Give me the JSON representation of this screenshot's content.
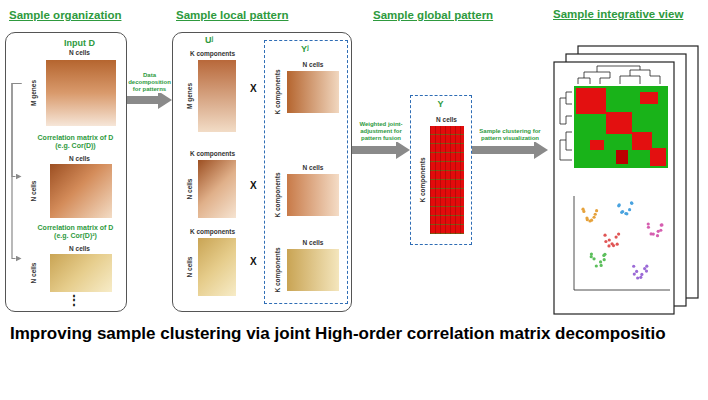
{
  "diagram": {
    "title": "Improving sample clustering via joint High-order correlation matrix decompositio",
    "nodes": [
      {
        "text": [
          "Sample organization"
        ]
      },
      {
        "text": [
          "Input D",
          "N cells",
          "M genes"
        ],
        "in": 0
      },
      {
        "text": [
          "Correlation matrix of D (e.g. Cor(D))",
          "N cells",
          "N cells"
        ],
        "in": 0
      },
      {
        "text": [
          "Correlation matrix of D (e.g. Cor(D)²)",
          "N cells",
          "N cells"
        ],
        "in": 0
      },
      {
        "text": [
          "Sample local pattern"
        ]
      },
      {
        "text": [
          "K components",
          "M genes"
        ],
        "in": 4
      },
      {
        "text": [
          "K components",
          "N cells"
        ],
        "in": 4
      },
      {
        "text": [
          "K components",
          "N cells"
        ],
        "in": 4
      },
      {
        "text": [
          "Yʲ"
        ],
        "in": 4
      },
      {
        "text": [
          "N cells",
          "K components"
        ],
        "in": 8
      },
      {
        "text": [
          "N cells",
          "K components"
        ],
        "in": 8
      },
      {
        "text": [
          "N cells",
          "K components"
        ],
        "in": 8
      },
      {
        "text": [
          "Sample global pattern",
          "Y"
        ]
      },
      {
        "text": [
          "N cells",
          "K components"
        ],
        "in": 12
      },
      {
        "text": [
          "Sample integrative view"
        ]
      }
    ],
    "edges": [
      {
        "from": 1,
        "to": 2,
        "arrow": "to"
      },
      {
        "from": 1,
        "to": 3,
        "arrow": "to"
      },
      {
        "from": 0,
        "to": 4,
        "arrow": "to",
        "label": "Data decomposition for patterns"
      },
      {
        "from": 4,
        "to": 12,
        "arrow": "to",
        "label": "Weighted joint-adjustment for pattern fusion"
      },
      {
        "from": 12,
        "to": 14,
        "arrow": "to",
        "label": "Sample clustering for pattern visualization"
      }
    ],
    "labels": [
      "Uʲ",
      "X",
      "X",
      "X",
      "⋮"
    ]
  }
}
